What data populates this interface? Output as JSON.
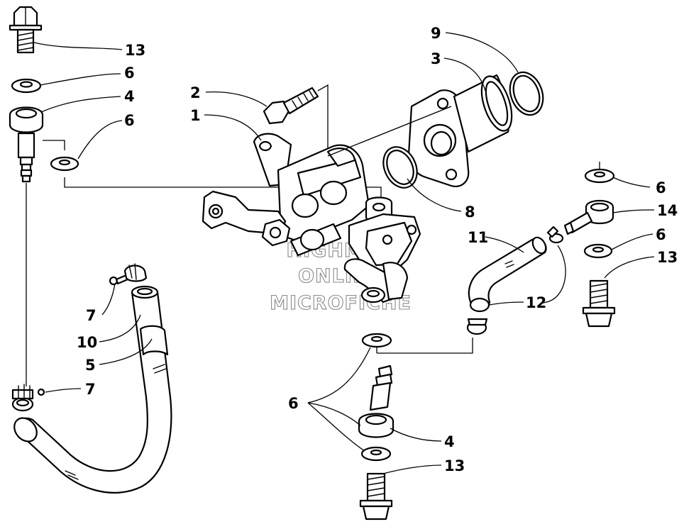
{
  "callouts": {
    "c13a": "13",
    "c6a": "6",
    "c4a": "4",
    "c6b": "6",
    "c2": "2",
    "c1": "1",
    "c9": "9",
    "c3": "3",
    "c8": "8",
    "c6c": "6",
    "c14": "14",
    "c6d": "6",
    "c13b": "13",
    "c11": "11",
    "c12": "12",
    "c7a": "7",
    "c10": "10",
    "c5": "5",
    "c7b": "7",
    "c6e": "6",
    "c4b": "4",
    "c13c": "13"
  },
  "watermark": {
    "line1": "HIGHMAR",
    "line2": "ONLINE",
    "line3": "MICROFICHE"
  }
}
